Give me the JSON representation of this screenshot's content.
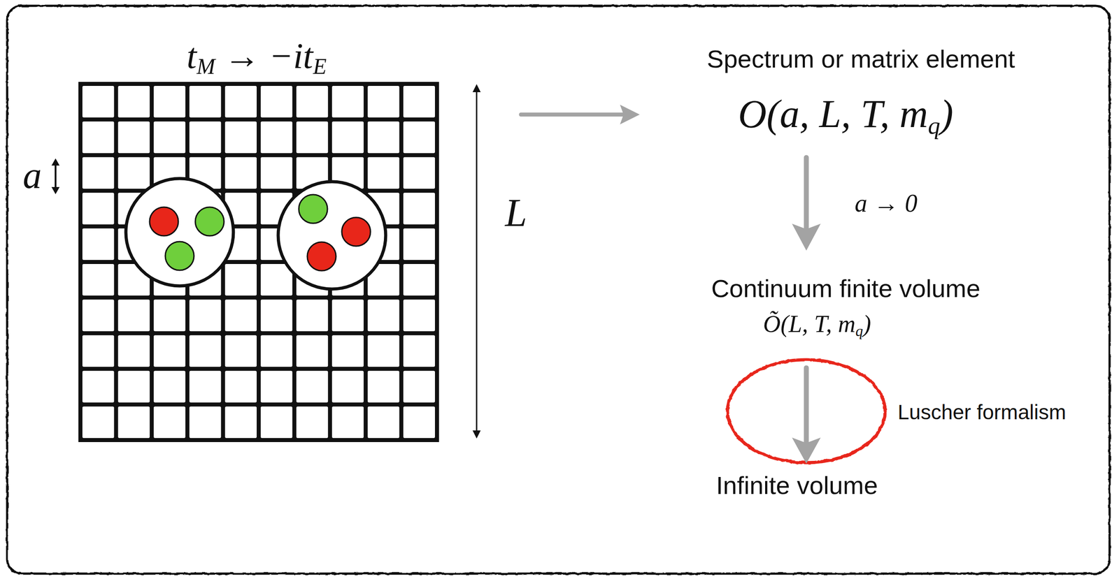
{
  "diagram": {
    "labels": [
      "t",
      "M",
      "→ −it",
      "E",
      "a",
      "L",
      "Spectrum or matrix element",
      "O(a, L, T, m",
      "q",
      ")",
      "a → 0",
      "Continuum finite volume",
      "Õ(L, T, m",
      "q",
      ")",
      "Luscher formalism",
      "Infinite volume"
    ]
  }
}
